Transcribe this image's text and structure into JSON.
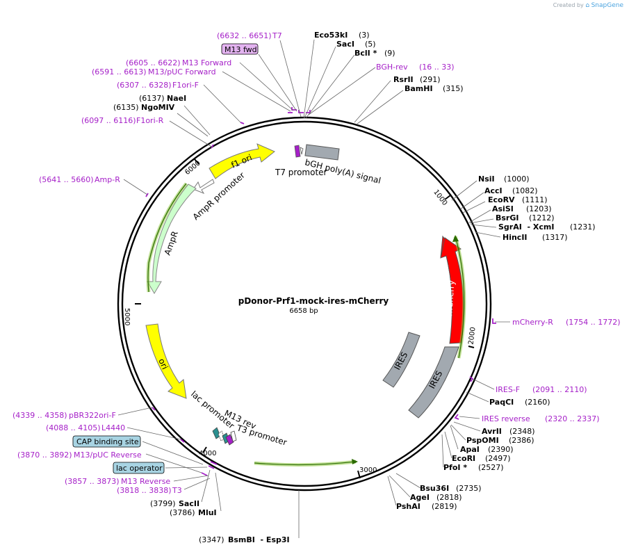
{
  "credit": {
    "prefix": "Created by",
    "brand": "SnapGene"
  },
  "plasmid": {
    "name": "pDonor-Prf1-mock-ires-mCherry",
    "length": "6658 bp"
  },
  "ticks": [
    "1000",
    "2000",
    "3000",
    "4000",
    "5000",
    "6000"
  ],
  "sites": [
    {
      "name": "Eco53kI",
      "pos": "(3)"
    },
    {
      "name": "SacI",
      "pos": "(5)"
    },
    {
      "name": "BclI *",
      "pos": "(9)"
    },
    {
      "name": "RsrII",
      "pos": "(291)"
    },
    {
      "name": "BamHI",
      "pos": "(315)"
    },
    {
      "name": "NsiI",
      "pos": "(1000)"
    },
    {
      "name": "AccI",
      "pos": "(1082)"
    },
    {
      "name": "EcoRV",
      "pos": "(1111)"
    },
    {
      "name": "AsiSI",
      "pos": "(1203)"
    },
    {
      "name": "BsrGI",
      "pos": "(1212)"
    },
    {
      "name": "SgrAI  - XcmI",
      "pos": "(1231)"
    },
    {
      "name": "HincII",
      "pos": "(1317)"
    },
    {
      "name": "PaqCI",
      "pos": "(2160)"
    },
    {
      "name": "AvrII",
      "pos": "(2348)"
    },
    {
      "name": "PspOMI",
      "pos": "(2386)"
    },
    {
      "name": "ApaI",
      "pos": "(2390)"
    },
    {
      "name": "EcoRI",
      "pos": "(2497)"
    },
    {
      "name": "PfoI *",
      "pos": "(2527)"
    },
    {
      "name": "Bsu36I",
      "pos": "(2735)"
    },
    {
      "name": "AgeI",
      "pos": "(2818)"
    },
    {
      "name": "PshAI",
      "pos": "(2819)"
    },
    {
      "name": "BsmBI  - Esp3I",
      "pos": "(3347)"
    },
    {
      "name": "MluI",
      "pos": "(3786)"
    },
    {
      "name": "SacII",
      "pos": "(3799)"
    },
    {
      "name": "NgoMIV",
      "pos": "(6135)"
    },
    {
      "name": "NaeI",
      "pos": "(6137)"
    }
  ],
  "primers": [
    {
      "name": "T7",
      "range": "(6632 .. 6651)"
    },
    {
      "name": "M13 fwd",
      "range": ""
    },
    {
      "name": "M13 Forward",
      "range": "(6605 .. 6622)"
    },
    {
      "name": "M13/pUC Forward",
      "range": "(6591 .. 6613)"
    },
    {
      "name": "F1ori-F",
      "range": "(6307 .. 6328)"
    },
    {
      "name": "F1ori-R",
      "range": "(6097 .. 6116)"
    },
    {
      "name": "Amp-R",
      "range": "(5641 .. 5660)"
    },
    {
      "name": "BGH-rev",
      "range": "(16 .. 33)"
    },
    {
      "name": "mCherry-R",
      "range": "(1754 .. 1772)"
    },
    {
      "name": "IRES-F",
      "range": "(2091 .. 2110)"
    },
    {
      "name": "IRES reverse",
      "range": "(2320 .. 2337)"
    },
    {
      "name": "pBR322ori-F",
      "range": "(4339 .. 4358)"
    },
    {
      "name": "L4440",
      "range": "(4088 .. 4105)"
    },
    {
      "name": "M13/pUC Reverse",
      "range": "(3870 .. 3892)"
    },
    {
      "name": "M13 Reverse",
      "range": "(3857 .. 3873)"
    },
    {
      "name": "T3",
      "range": "(3818 .. 3838)"
    }
  ],
  "boxed_labels": [
    "CAP binding site",
    "lac operator"
  ],
  "features": [
    {
      "name": "bGH poly(A) signal"
    },
    {
      "name": "T7 promoter"
    },
    {
      "name": "f1 ori"
    },
    {
      "name": "AmpR promoter"
    },
    {
      "name": "AmpR"
    },
    {
      "name": "ori"
    },
    {
      "name": "lac promoter"
    },
    {
      "name": "M13 rev"
    },
    {
      "name": "T3 promoter"
    },
    {
      "name": "mCherry"
    },
    {
      "name": "IRES"
    },
    {
      "name": "IRES"
    }
  ],
  "colors": {
    "backbone": "#000000",
    "primer": "#a51fc8",
    "mcherry": "#ff0000",
    "ires": "#a2a9b0",
    "ori": "#ffff00",
    "ampr": "#ccffcc",
    "orf_line": "#8ec63f",
    "boxed_fill": "#a8d4e3",
    "m13fwd_fill": "#e3b3f0"
  }
}
